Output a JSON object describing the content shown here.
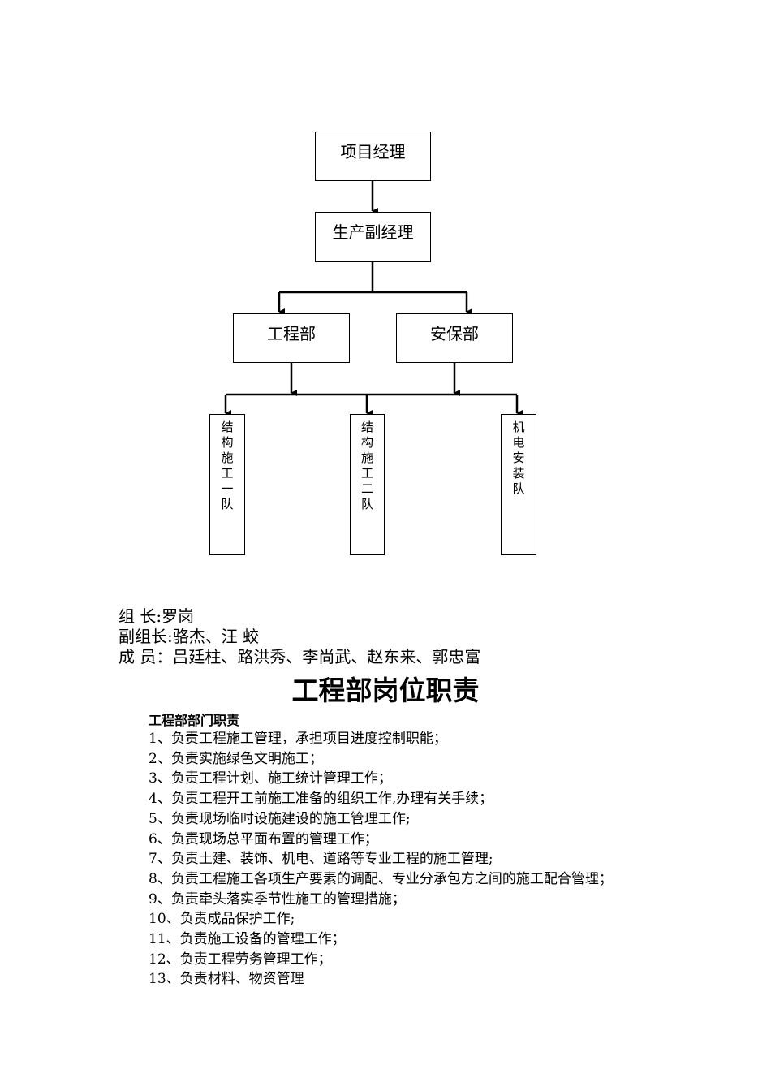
{
  "org_chart": {
    "project_manager": "项目经理",
    "deputy_manager": "生产副经理",
    "engineering_dept": "工程部",
    "security_dept": "安保部",
    "teams": [
      "结构施工一队",
      "结构施工二队",
      "机电安装队"
    ]
  },
  "group": {
    "leader": "组 长:罗岗",
    "deputy": "副组长:骆杰、汪  蛟",
    "members": "成  员：吕廷柱、路洪秀、李尚武、赵东来、郭忠富"
  },
  "title": "工程部岗位职责",
  "section_heading": "工程部部门职责",
  "duties": [
    "1、负责工程施工管理，承担项目进度控制职能；",
    "2、负责实施绿色文明施工；",
    "3、负责工程计划、施工统计管理工作；",
    "4、负责工程开工前施工准备的组织工作,办理有关手续；",
    "5、负责现场临时设施建设的施工管理工作;",
    "6、负责现场总平面布置的管理工作；",
    "7、负责土建、装饰、机电、道路等专业工程的施工管理;",
    "8、负责工程施工各项生产要素的调配、专业分承包方之间的施工配合管理；",
    "9、负责牵头落实季节性施工的管理措施；",
    "10、负责成品保护工作;",
    "11、负责施工设备的管理工作；",
    "12、负责工程劳务管理工作；",
    "13、负责材料、物资管理"
  ]
}
